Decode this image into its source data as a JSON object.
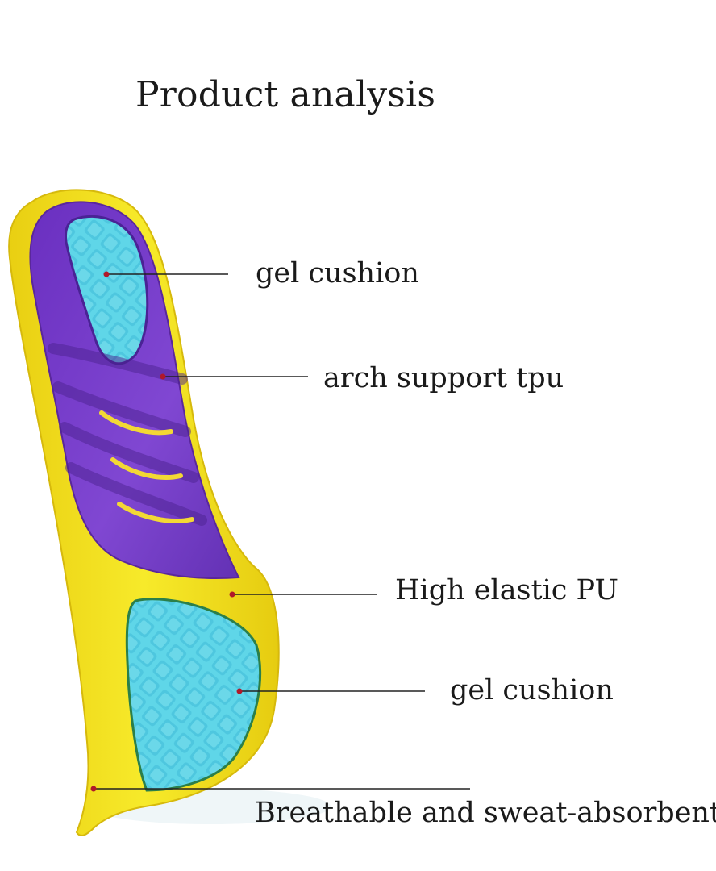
{
  "title": "Product analysis",
  "callouts": {
    "gel_top": "gel cushion",
    "arch": "arch support tpu",
    "pu": "High elastic PU",
    "gel_bottom": "gel cushion",
    "breathable": "Breathable and sweat-absorbent"
  },
  "colors": {
    "yellow_base": "#f4e21c",
    "purple_top": "#7b3fc9",
    "purple_dark": "#5b2a9e",
    "gel_blue": "#4fd0e4",
    "line_color": "#222222",
    "dot_color": "#b0182a"
  }
}
